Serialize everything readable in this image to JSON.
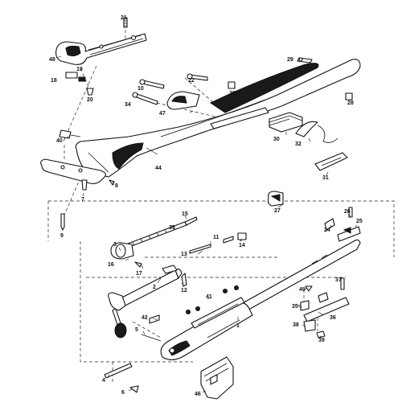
{
  "callouts": [
    {
      "id": "p21",
      "text": "21"
    },
    {
      "id": "p48",
      "text": "48"
    },
    {
      "id": "p19",
      "text": "19"
    },
    {
      "id": "p18",
      "text": "18"
    },
    {
      "id": "p20",
      "text": "20"
    },
    {
      "id": "p29",
      "text": "29"
    },
    {
      "id": "p22",
      "text": "22"
    },
    {
      "id": "p10",
      "text": "10"
    },
    {
      "id": "p23",
      "text": "23"
    },
    {
      "id": "p34",
      "text": "34"
    },
    {
      "id": "p47",
      "text": "47"
    },
    {
      "id": "p28",
      "text": "28"
    },
    {
      "id": "p40",
      "text": "40"
    },
    {
      "id": "p30",
      "text": "30"
    },
    {
      "id": "p32",
      "text": "32"
    },
    {
      "id": "p44",
      "text": "44"
    },
    {
      "id": "p8",
      "text": "8"
    },
    {
      "id": "p7",
      "text": "7"
    },
    {
      "id": "p31",
      "text": "31"
    },
    {
      "id": "p9",
      "text": "9"
    },
    {
      "id": "p27",
      "text": "27"
    },
    {
      "id": "p26",
      "text": "26"
    },
    {
      "id": "p25",
      "text": "25"
    },
    {
      "id": "p24",
      "text": "24"
    },
    {
      "id": "p33",
      "text": "33"
    },
    {
      "id": "p15",
      "text": "15"
    },
    {
      "id": "p11",
      "text": "11"
    },
    {
      "id": "p14",
      "text": "14"
    },
    {
      "id": "p3",
      "text": "3"
    },
    {
      "id": "p13",
      "text": "13"
    },
    {
      "id": "p16",
      "text": "16"
    },
    {
      "id": "p17",
      "text": "17"
    },
    {
      "id": "p12",
      "text": "12"
    },
    {
      "id": "p2",
      "text": "2"
    },
    {
      "id": "p49",
      "text": "49"
    },
    {
      "id": "p37",
      "text": "37"
    },
    {
      "id": "p41",
      "text": "41"
    },
    {
      "id": "p42",
      "text": "42"
    },
    {
      "id": "p1",
      "text": "1"
    },
    {
      "id": "p35",
      "text": "35"
    },
    {
      "id": "p36",
      "text": "36"
    },
    {
      "id": "p5",
      "text": "5"
    },
    {
      "id": "p38",
      "text": "38"
    },
    {
      "id": "p39",
      "text": "39"
    },
    {
      "id": "p46",
      "text": "46"
    },
    {
      "id": "p4",
      "text": "4"
    },
    {
      "id": "p6",
      "text": "6"
    }
  ]
}
